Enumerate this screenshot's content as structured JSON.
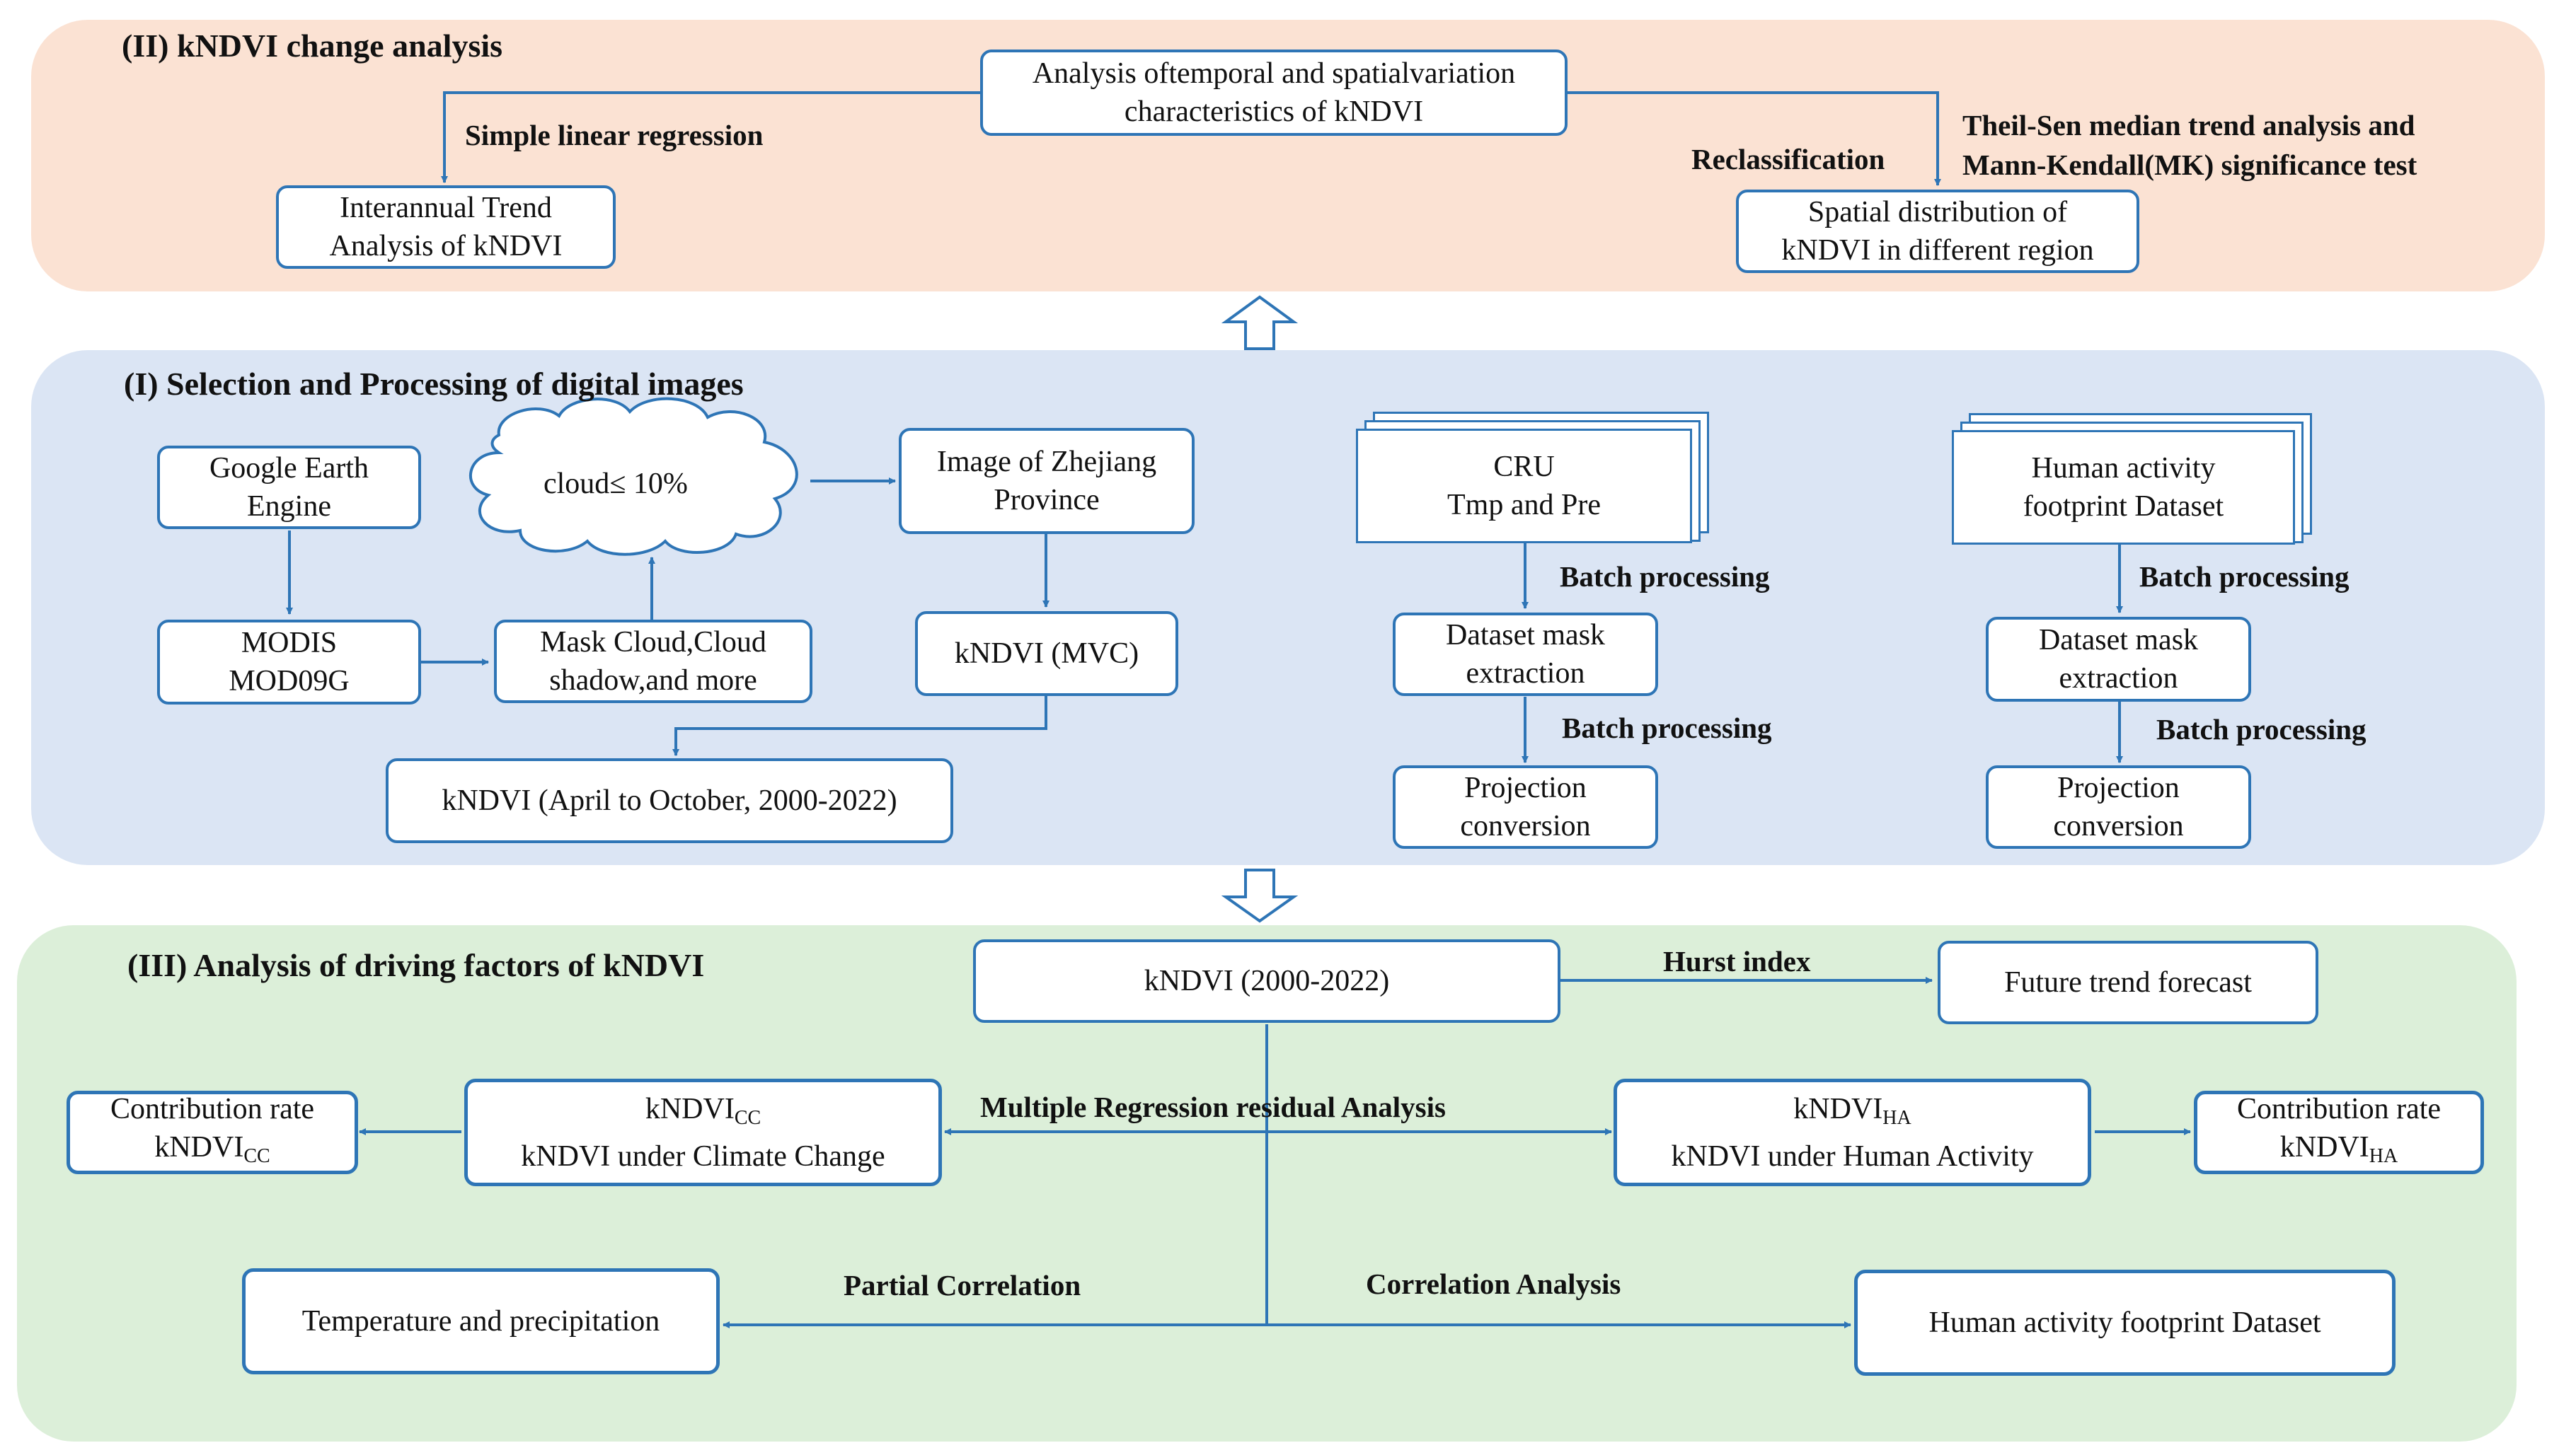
{
  "section2": {
    "title": "(II) kNDVI change analysis",
    "box_analysis_l1": "Analysis oftemporal and spatialvariation",
    "box_analysis_l2": "characteristics of kNDVI",
    "box_trend_l1": "Interannual Trend",
    "box_trend_l2": "Analysis of  kNDVI",
    "box_spatial_l1": "Spatial distribution of",
    "box_spatial_l2": "kNDVI in different region",
    "label_slr": "Simple linear regression",
    "label_reclass": "Reclassification",
    "label_theil_l1": "Theil-Sen median trend analysis and",
    "label_theil_l2": "Mann-Kendall(MK) significance test"
  },
  "section1": {
    "title": "(I) Selection and Processing of digital images",
    "box_gee_l1": "Google Earth",
    "box_gee_l2": "Engine",
    "cloud": "cloud≤ 10%",
    "box_zj_l1": "Image of Zhejiang",
    "box_zj_l2": "Province",
    "box_modis_l1": "MODIS",
    "box_modis_l2": "MOD09G",
    "box_mask_l1": "Mask Cloud,Cloud",
    "box_mask_l2": "shadow,and more",
    "box_mvc": "kNDVI  (MVC)",
    "box_range": "kNDVI  (April to October, 2000-2022)",
    "cru_l1": "CRU",
    "cru_l2": "Tmp and Pre",
    "ha_l1": "Human activity",
    "ha_l2": "footprint Dataset",
    "batch": "Batch processing",
    "dme_l1": "Dataset mask",
    "dme_l2": "extraction",
    "proj_l1": "Projection",
    "proj_l2": "conversion"
  },
  "section3": {
    "title": "(III) Analysis of driving factors of  kNDVI",
    "box_kndvi": "kNDVI  (2000-2022)",
    "label_hurst": "Hurst index",
    "box_future": "Future trend forecast",
    "label_mrra": "Multiple Regression residual Analysis",
    "cr_prefix": "Contribution rate",
    "kndvi_base": "kNDVI",
    "sub_cc": "CC",
    "sub_ha": "HA",
    "cc_caption": "kNDVI under Climate Change",
    "ha_caption": "kNDVI under Human Activity",
    "box_temp": "Temperature and precipitation",
    "label_partial": "Partial Correlation",
    "label_corr": "Correlation Analysis",
    "box_hafd": "Human activity footprint Dataset"
  },
  "colors": {
    "line": "#2e75b6",
    "panel2": "#fbe2d3",
    "panel1": "#dbe5f4",
    "panel3": "#dcefd9"
  }
}
